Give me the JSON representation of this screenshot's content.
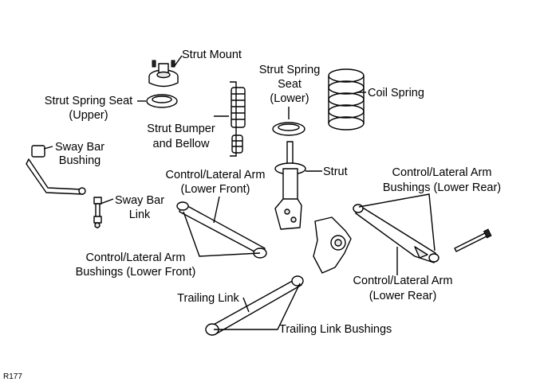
{
  "labels": {
    "strut_mount": "Strut Mount",
    "strut_spring_seat_upper_1": "Strut Spring Seat",
    "strut_spring_seat_upper_2": "(Upper)",
    "strut_spring_seat_lower_1": "Strut Spring",
    "strut_spring_seat_lower_2": "Seat",
    "strut_spring_seat_lower_3": "(Lower)",
    "coil_spring": "Coil Spring",
    "strut_bumper_1": "Strut Bumper",
    "strut_bumper_2": "and Bellow",
    "sway_bar_bushing_1": "Sway Bar",
    "sway_bar_bushing_2": "Bushing",
    "sway_bar_link_1": "Sway Bar",
    "sway_bar_link_2": "Link",
    "control_arm_lower_front_1": "Control/Lateral Arm",
    "control_arm_lower_front_2": "(Lower Front)",
    "strut": "Strut",
    "control_arm_bushings_lower_rear_1": "Control/Lateral Arm",
    "control_arm_bushings_lower_rear_2": "Bushings (Lower Rear)",
    "control_arm_bushings_lower_front_1": "Control/Lateral Arm",
    "control_arm_bushings_lower_front_2": "Bushings (Lower Front)",
    "control_arm_lower_rear_1": "Control/Lateral Arm",
    "control_arm_lower_rear_2": "(Lower Rear)",
    "trailing_link": "Trailing Link",
    "trailing_link_bushings": "Trailing Link Bushings",
    "figure_code": "R177"
  }
}
